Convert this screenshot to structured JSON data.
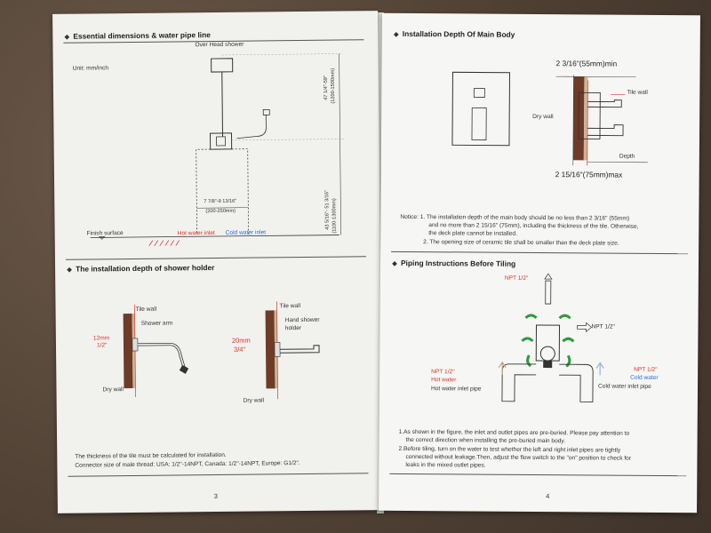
{
  "left": {
    "section1": {
      "title": "Essential dimensions & water pipe line",
      "unit": "Unit: mm/inch",
      "overhead_label": "Over Head shower",
      "dim_vertical_top": "47 1/4\"-59\"",
      "dim_vertical_top_mm": "(1200-1500mm)",
      "dim_vertical_bottom": "43 5/16\"- 51 3/16\"",
      "dim_vertical_bottom_mm": "(1100-1300mm)",
      "dim_horizontal": "7 7/8\"-9 13/16\"",
      "dim_horizontal_mm": "(200-250mm)",
      "finish_surface": "Finish surface",
      "hot_inlet": "Hot water inlet",
      "cold_inlet": "Cold water inlet"
    },
    "section2": {
      "title": "The installation depth of shower holder",
      "tile_wall_a": "Tile wall",
      "shower_arm": "Shower arm",
      "depth_a_mm": "12mm",
      "depth_a_in": "1/2\"",
      "dry_wall_a": "Dry wall",
      "tile_wall_b": "Tile wall",
      "hand_shower_1": "Hand shower",
      "hand_shower_2": "holder",
      "depth_b_mm": "20mm",
      "depth_b_in": "3/4\"",
      "dry_wall_b": "Dry wall",
      "note_1": "The thickness of the tile must be calculated for installation.",
      "note_2": "Connector size of male thread: USA: 1/2\"-14NPT, Canada: 1/2\"-14NPT, Europe: G1/2\"."
    },
    "page_number": "3"
  },
  "right": {
    "section1": {
      "title": "Installation Depth Of Main Body",
      "min_dim": "2 3/16\"(55mm)min",
      "max_dim": "2 15/16\"(75mm)max",
      "tile_wall": "Tile wall",
      "dry_wall": "Dry wall",
      "depth": "Depth",
      "notice_1": "Notice: 1. The installation depth of the main body should be no less than 2 3/16\" (55mm)",
      "notice_1b": "and no more than 2 15/16\" (75mm), including the thickness of the tile. Otherwise,",
      "notice_1c": "the deck plate cannot be installed.",
      "notice_2": "2. The opening size of ceramic tile shall be smaller than the deck plate size."
    },
    "section2": {
      "title": "Piping Instructions Before Tiling",
      "npt_top": "NPT 1/2\"",
      "npt_right": "NPT 1/2\"",
      "npt_left": "NPT 1/2\"",
      "hot_water": "Hot  water",
      "hot_inlet_pipe": "Hot water inlet pipe",
      "npt_cold": "NPT 1/2\"",
      "cold_water": "Cold water",
      "cold_inlet_pipe": "Cold water inlet pipe",
      "instr_1": "1.As shown in the figure, the inlet and outlet pipes are pre-buried. Please pay attention to",
      "instr_1b": "the correct direction when installing the pre-buried main body.",
      "instr_2": "2.Before tiling, turn on the water to test whether the left and right inlet pipes are tightly",
      "instr_2b": "connected without leakage.Then, adjust the flow switch to the \"on\" position to check for",
      "instr_2c": "leaks in the mixed outlet pipes."
    },
    "page_number": "4"
  },
  "colors": {
    "hot": "#d9342b",
    "cold": "#2b6cd9",
    "wood": "#6e3b26",
    "green": "#2f9a3a"
  }
}
